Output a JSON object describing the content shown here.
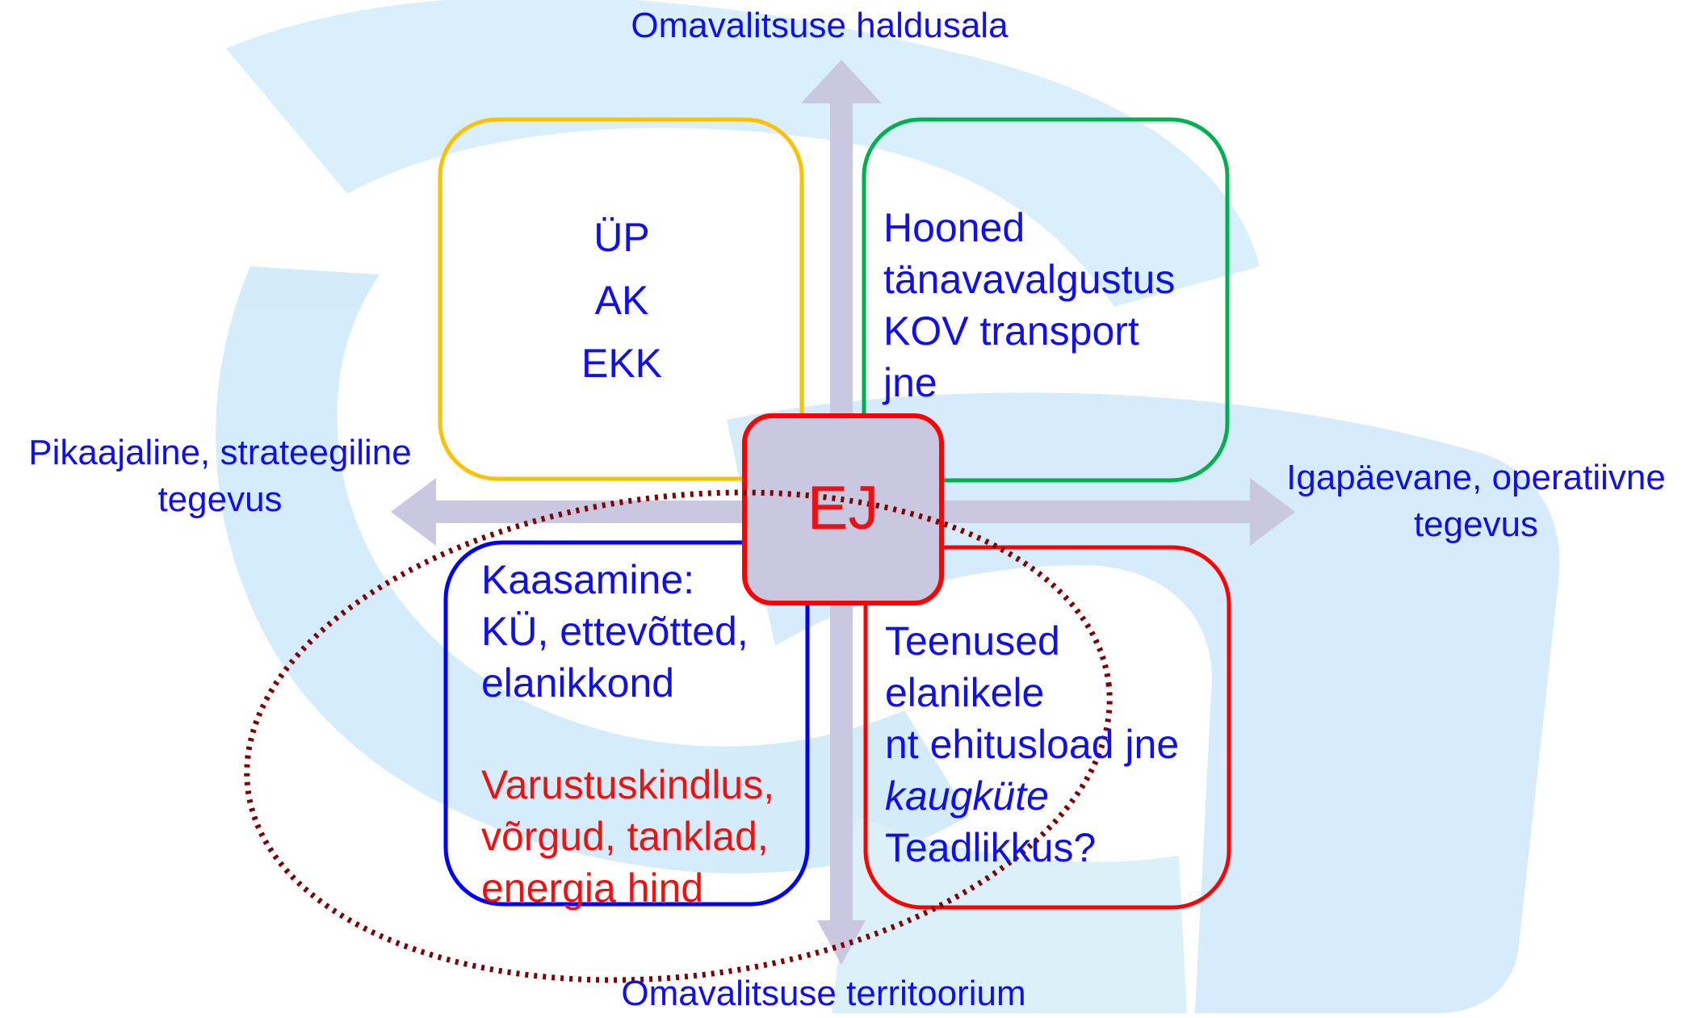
{
  "axes": {
    "top": "Omavalitsuse haldusala",
    "bottom": "Omavalitsuse territoorium",
    "left": "Pikaajaline, strateegiline\ntegevus",
    "right": "Igapäevane, operatiivne\ntegevus"
  },
  "center": {
    "label": "EJ"
  },
  "quadrants": {
    "top_left": {
      "lines": [
        "ÜP",
        "AK",
        "EKK"
      ]
    },
    "top_right": {
      "lines": [
        "Hooned",
        "tänavavalgustus",
        "KOV transport",
        "jne"
      ]
    },
    "bottom_left": {
      "blue_text": "Kaasamine:\nKÜ, ettevõtted,\nelanikkond",
      "red_text": "Varustuskindlus,\nvõrgud, tanklad,\nenergia hind"
    },
    "bottom_right": {
      "line1": "Teenused",
      "line2": "elanikele",
      "line3": "nt ehitusload jne",
      "line4_italic": "kaugküte",
      "line5": "Teadlikkus?"
    }
  },
  "colors": {
    "top_left_border": "#ffc000",
    "top_right_border": "#00b050",
    "bottom_left_border": "#0000ff",
    "bottom_right_border": "#ff0000",
    "center_fill": "#c9c8e0",
    "center_border": "#ff0000",
    "axis_arrow": "#c9c8e0",
    "ellipse": "#7f0000",
    "text_blue": "#1010ee",
    "text_red": "#ee1111",
    "watermark": "#d6eefa"
  }
}
